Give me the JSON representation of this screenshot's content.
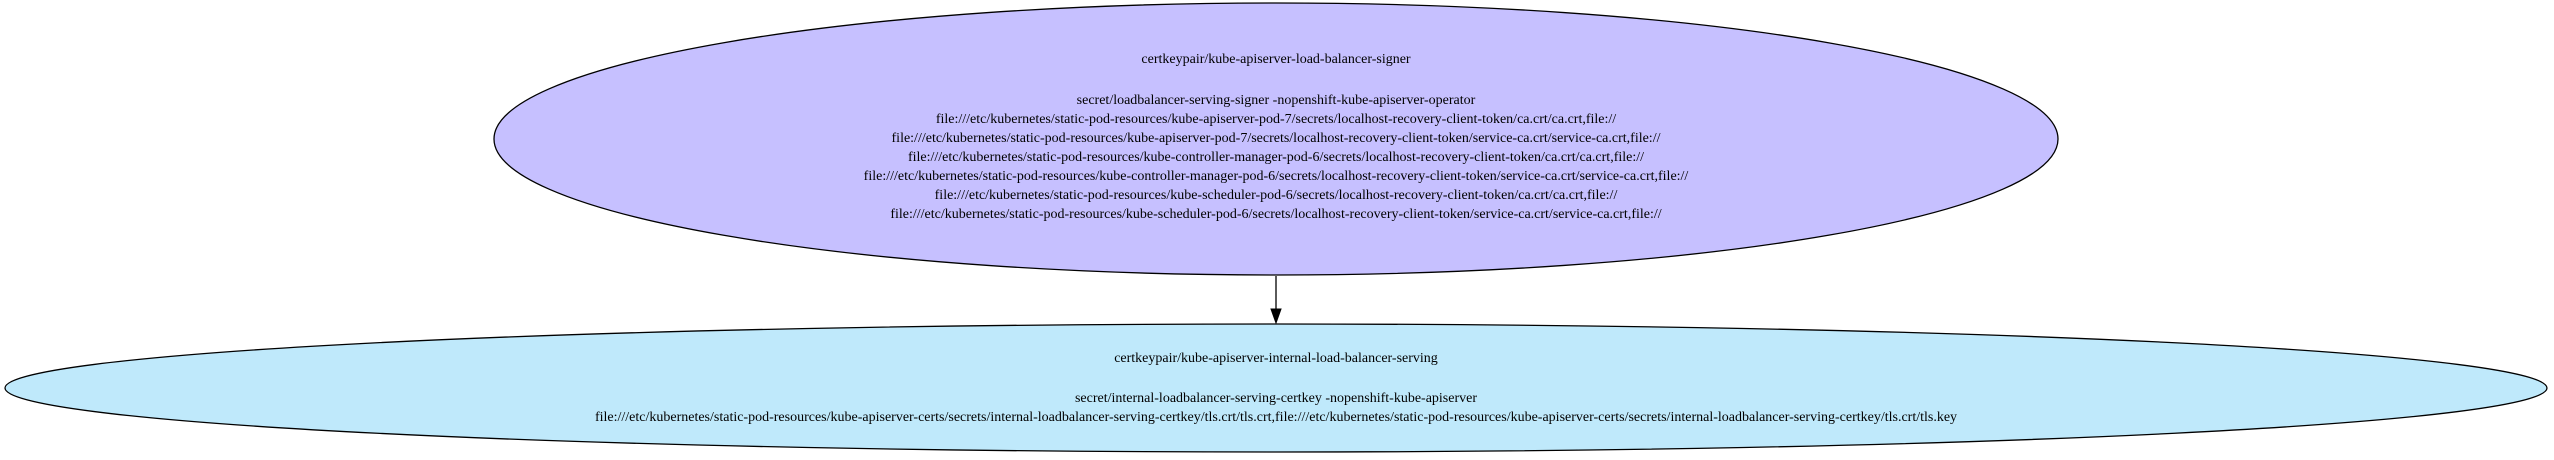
{
  "colors": {
    "signer_fill": "#c6c0ff",
    "serving_fill": "#bfe9fb",
    "stroke": "#000000",
    "background": "#ffffff"
  },
  "nodes": {
    "signer": {
      "title": "certkeypair/kube-apiserver-load-balancer-signer",
      "secret": "secret/loadbalancer-serving-signer -nopenshift-kube-apiserver-operator",
      "files": [
        "file:///etc/kubernetes/static-pod-resources/kube-apiserver-pod-7/secrets/localhost-recovery-client-token/ca.crt/ca.crt,file://",
        "file:///etc/kubernetes/static-pod-resources/kube-apiserver-pod-7/secrets/localhost-recovery-client-token/service-ca.crt/service-ca.crt,file://",
        "file:///etc/kubernetes/static-pod-resources/kube-controller-manager-pod-6/secrets/localhost-recovery-client-token/ca.crt/ca.crt,file://",
        "file:///etc/kubernetes/static-pod-resources/kube-controller-manager-pod-6/secrets/localhost-recovery-client-token/service-ca.crt/service-ca.crt,file://",
        "file:///etc/kubernetes/static-pod-resources/kube-scheduler-pod-6/secrets/localhost-recovery-client-token/ca.crt/ca.crt,file://",
        "file:///etc/kubernetes/static-pod-resources/kube-scheduler-pod-6/secrets/localhost-recovery-client-token/service-ca.crt/service-ca.crt,file://"
      ]
    },
    "serving": {
      "title": "certkeypair/kube-apiserver-internal-load-balancer-serving",
      "secret": "secret/internal-loadbalancer-serving-certkey -nopenshift-kube-apiserver",
      "files": [
        "file:///etc/kubernetes/static-pod-resources/kube-apiserver-certs/secrets/internal-loadbalancer-serving-certkey/tls.crt/tls.crt,file:///etc/kubernetes/static-pod-resources/kube-apiserver-certs/secrets/internal-loadbalancer-serving-certkey/tls.crt/tls.key"
      ]
    }
  }
}
